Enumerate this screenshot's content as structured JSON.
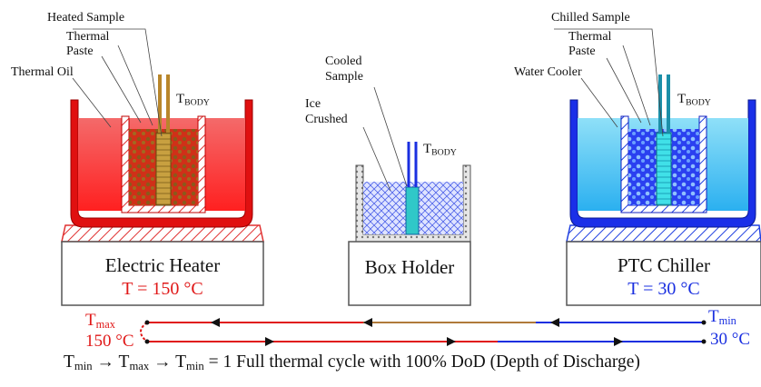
{
  "colors": {
    "heater": "#ee1111",
    "heater_dark": "#c00000",
    "chiller": "#1030e0",
    "chiller_light": "#4fc8f0",
    "cyan": "#30d0e0",
    "brass": "#b8862b",
    "ice": "#9aa8f0",
    "line_red": "#e01818",
    "line_blue": "#1a2fe0",
    "line_brown": "#b07a3a"
  },
  "heater_assembly": {
    "label_sample": "Heated Sample",
    "label_paste_1": "Thermal",
    "label_paste_2": "Paste",
    "label_oil": "Thermal Oil",
    "tbody_main": "T",
    "tbody_sub": "BODY"
  },
  "holder_assembly": {
    "label_sample_1": "Cooled",
    "label_sample_2": "Sample",
    "label_ice_1": "Ice",
    "label_ice_2": "Crushed",
    "tbody_main": "T",
    "tbody_sub": "BODY"
  },
  "chiller_assembly": {
    "label_sample": "Chilled Sample",
    "label_paste_1": "Thermal",
    "label_paste_2": "Paste",
    "label_cooler": "Water Cooler",
    "tbody_main": "T",
    "tbody_sub": "BODY"
  },
  "boxes": {
    "heater_title": "Electric Heater",
    "heater_temp": "T = 150 °C",
    "holder_title": "Box Holder",
    "chiller_title": "PTC Chiller",
    "chiller_temp": "T = 30 °C"
  },
  "cycle": {
    "tmax_main": "T",
    "tmax_sub": "max",
    "tmax_value": "150 °C",
    "tmin_main": "T",
    "tmin_sub": "min",
    "tmin_value": "30 °C"
  },
  "caption": {
    "t1": "T",
    "s1": "min",
    "a1": " → T",
    "s2": "max",
    "a2": " → T",
    "s3": "min",
    "rest": " = 1 Full thermal cycle with 100% DoD (Depth of Discharge)"
  }
}
